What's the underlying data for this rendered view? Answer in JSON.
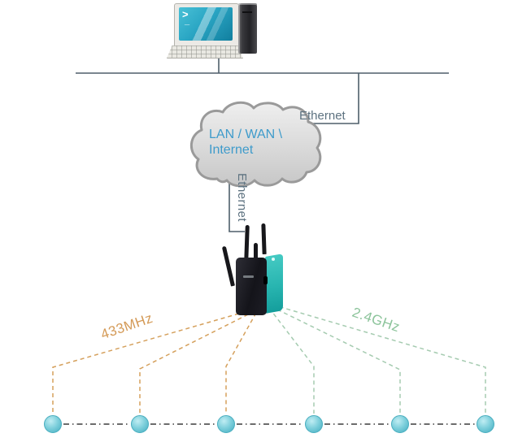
{
  "labels": {
    "wan_ethernet": "Ethernet",
    "cloud_ethernet": "Ethernet",
    "cloud_line1": "LAN / WAN \\",
    "cloud_line2": "Internet",
    "band_left": "433MHz",
    "band_right": "2.4GHz"
  },
  "computer": {
    "prompt": ">",
    "cursor": "_"
  },
  "colors": {
    "solid_line": "#4e5f6a",
    "band_433_link": "#d5a05c",
    "band_24_link": "#a5cbb0",
    "node_bus_line": "#3c3c3c",
    "cloud_fill_top": "#ececec",
    "cloud_fill_bottom": "#c7c7c7",
    "cloud_border": "#9a9a9a",
    "cloud_text": "#3e9bcb",
    "ethernet_text": "#5d7280",
    "router_body": "#14141a",
    "router_side": "#28b5b0",
    "node_fill": "#7fd0dc",
    "node_rim": "#55b7c8",
    "screen_teal": "#2aa6c4"
  }
}
